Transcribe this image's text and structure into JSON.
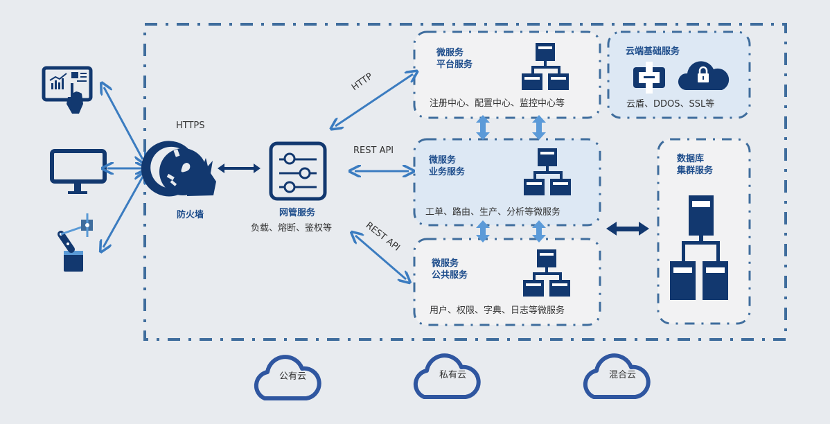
{
  "colors": {
    "background": "#e8ebef",
    "dark_blue": "#12386f",
    "mid_blue": "#3b7cc0",
    "border_blue": "#3f6d9d",
    "box_light": "#f2f2f3",
    "box_blue": "#dde8f4",
    "cloud_blue": "#2f56a0"
  },
  "clients": [
    {
      "name": "tablet",
      "icon": "tablet-chart-touch-icon"
    },
    {
      "name": "monitor",
      "icon": "monitor-icon"
    },
    {
      "name": "robot-arm",
      "icon": "robot-arm-icon"
    }
  ],
  "protocol_https": "HTTPS",
  "firewall": {
    "label": "防火墙",
    "icon": "firewall-icon"
  },
  "gateway": {
    "title": "网管服务",
    "desc": "负载、熔断、鉴权等",
    "icon": "sliders-icon"
  },
  "links": {
    "http": "HTTP",
    "rest_api_mid": "REST API",
    "rest_api_low": "REST API"
  },
  "services": {
    "platform": {
      "title_line1": "微服务",
      "title_line2": "平台服务",
      "desc": "注册中心、配置中心、监控中心等"
    },
    "business": {
      "title_line1": "微服务",
      "title_line2": "业务服务",
      "desc": "工单、路由、生产、分析等微服务"
    },
    "common": {
      "title_line1": "微服务",
      "title_line2": "公共服务",
      "desc": "用户、权限、字典、日志等微服务"
    }
  },
  "cloud_base": {
    "title": "云端基础服务",
    "desc": "云盾、DDOS、SSL等"
  },
  "database": {
    "title_line1": "数据库",
    "title_line2": "集群服务"
  },
  "deployments": [
    "公有云",
    "私有云",
    "混合云"
  ]
}
